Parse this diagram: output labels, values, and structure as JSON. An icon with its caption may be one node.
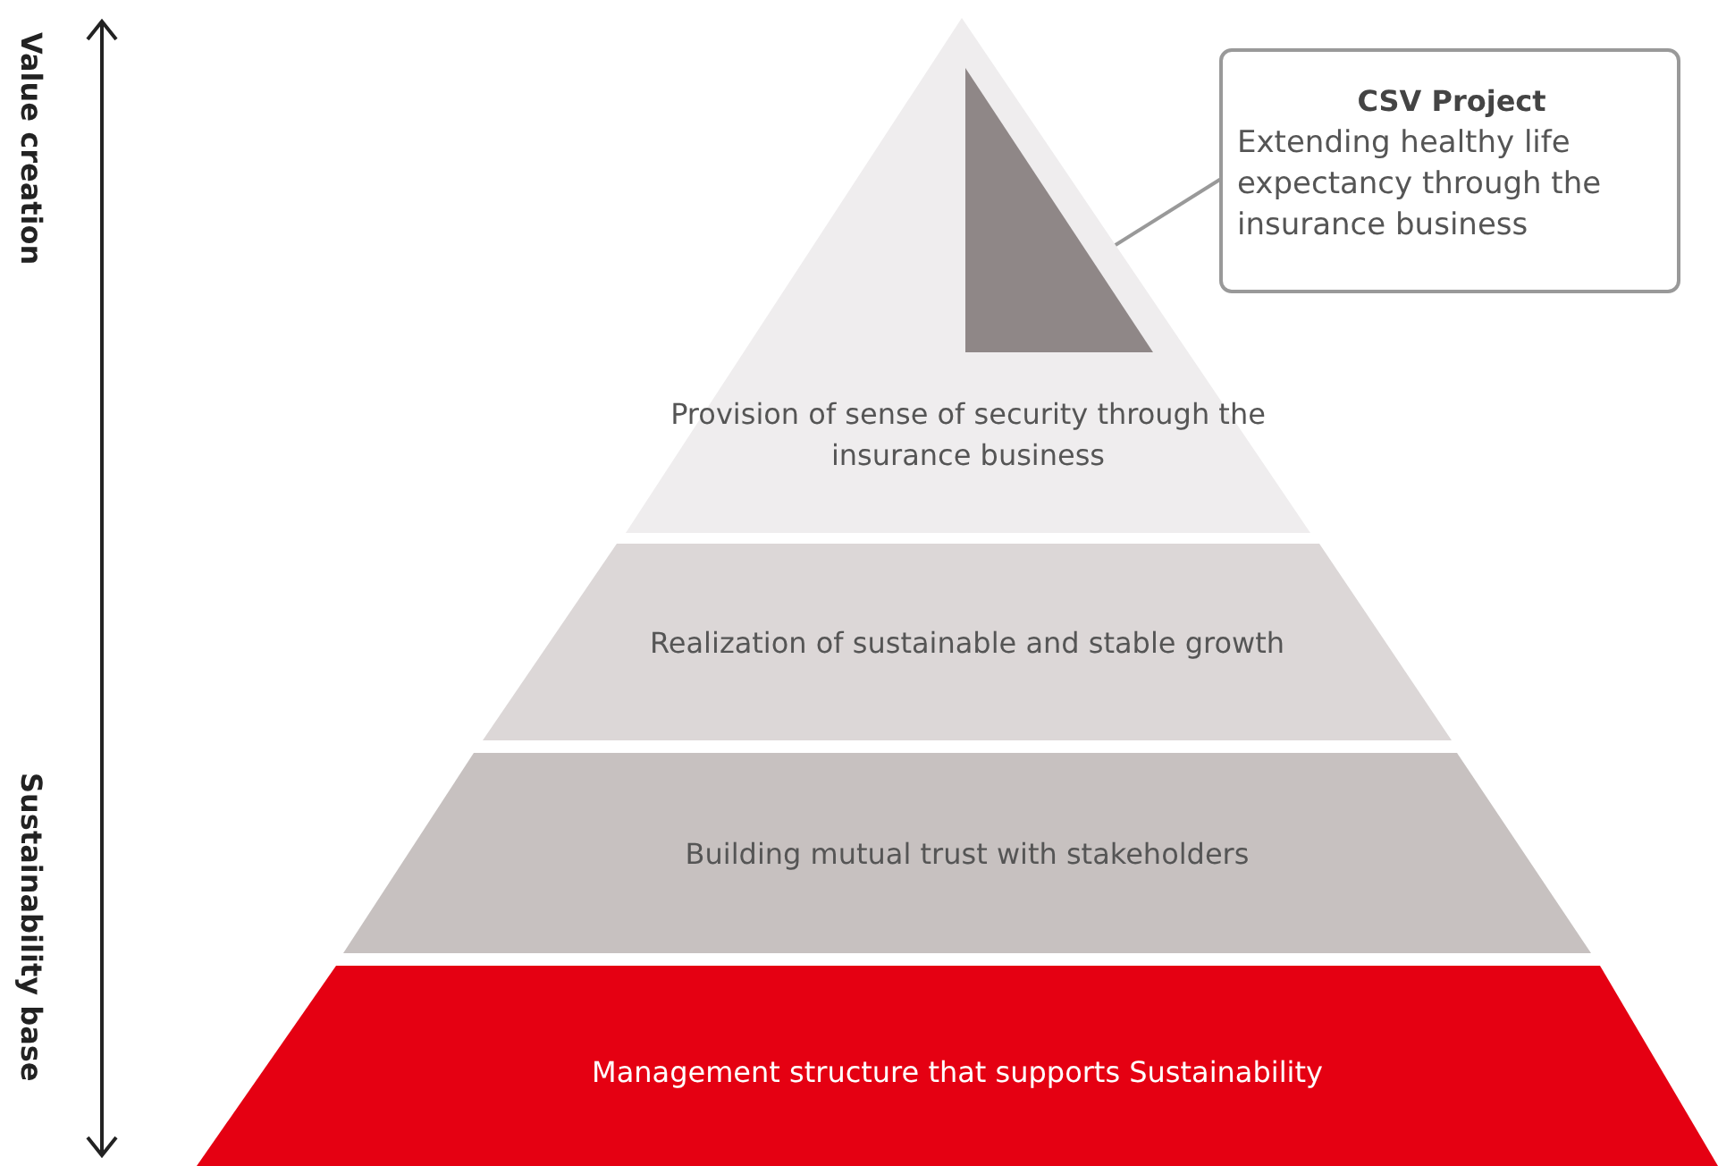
{
  "diagram": {
    "nodes": [
      {
        "text": [
          "Provision of sense of security through the insurance business"
        ]
      },
      {
        "text": [],
        "shape": "triangle",
        "in": 0
      },
      {
        "text": [
          "CSV Project",
          "Extending healthy life expectancy through the insurance business"
        ]
      },
      {
        "text": [
          "Realization of sustainable and stable growth"
        ]
      },
      {
        "text": [
          "Building mutual trust with stakeholders"
        ]
      },
      {
        "text": [
          "Management structure that supports Sustainability"
        ]
      }
    ],
    "edges": [
      {
        "from": 2,
        "to": 1,
        "arrow": "none"
      }
    ],
    "labels": [
      "Value creation",
      "Sustainability base"
    ]
  }
}
